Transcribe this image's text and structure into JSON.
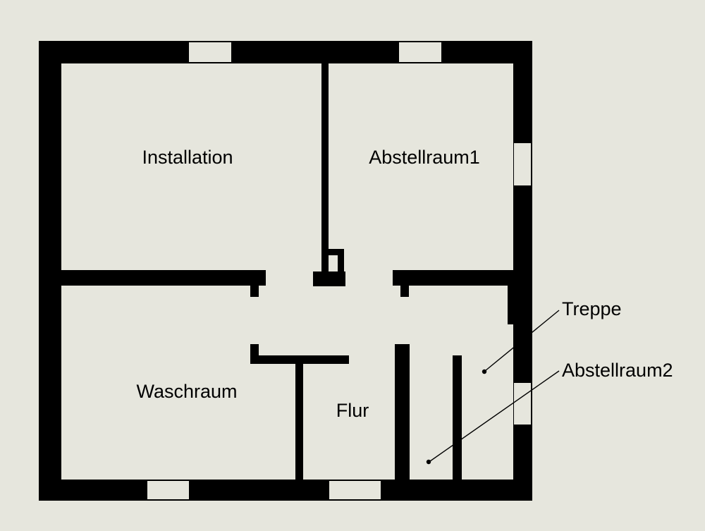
{
  "colors": {
    "background": "#e6e6dd",
    "wall": "#000000",
    "text": "#000000"
  },
  "rooms": {
    "installation": "Installation",
    "abstellraum1": "Abstellraum1",
    "waschraum": "Waschraum",
    "flur": "Flur"
  },
  "callouts": {
    "treppe": "Treppe",
    "abstellraum2": "Abstellraum2"
  }
}
